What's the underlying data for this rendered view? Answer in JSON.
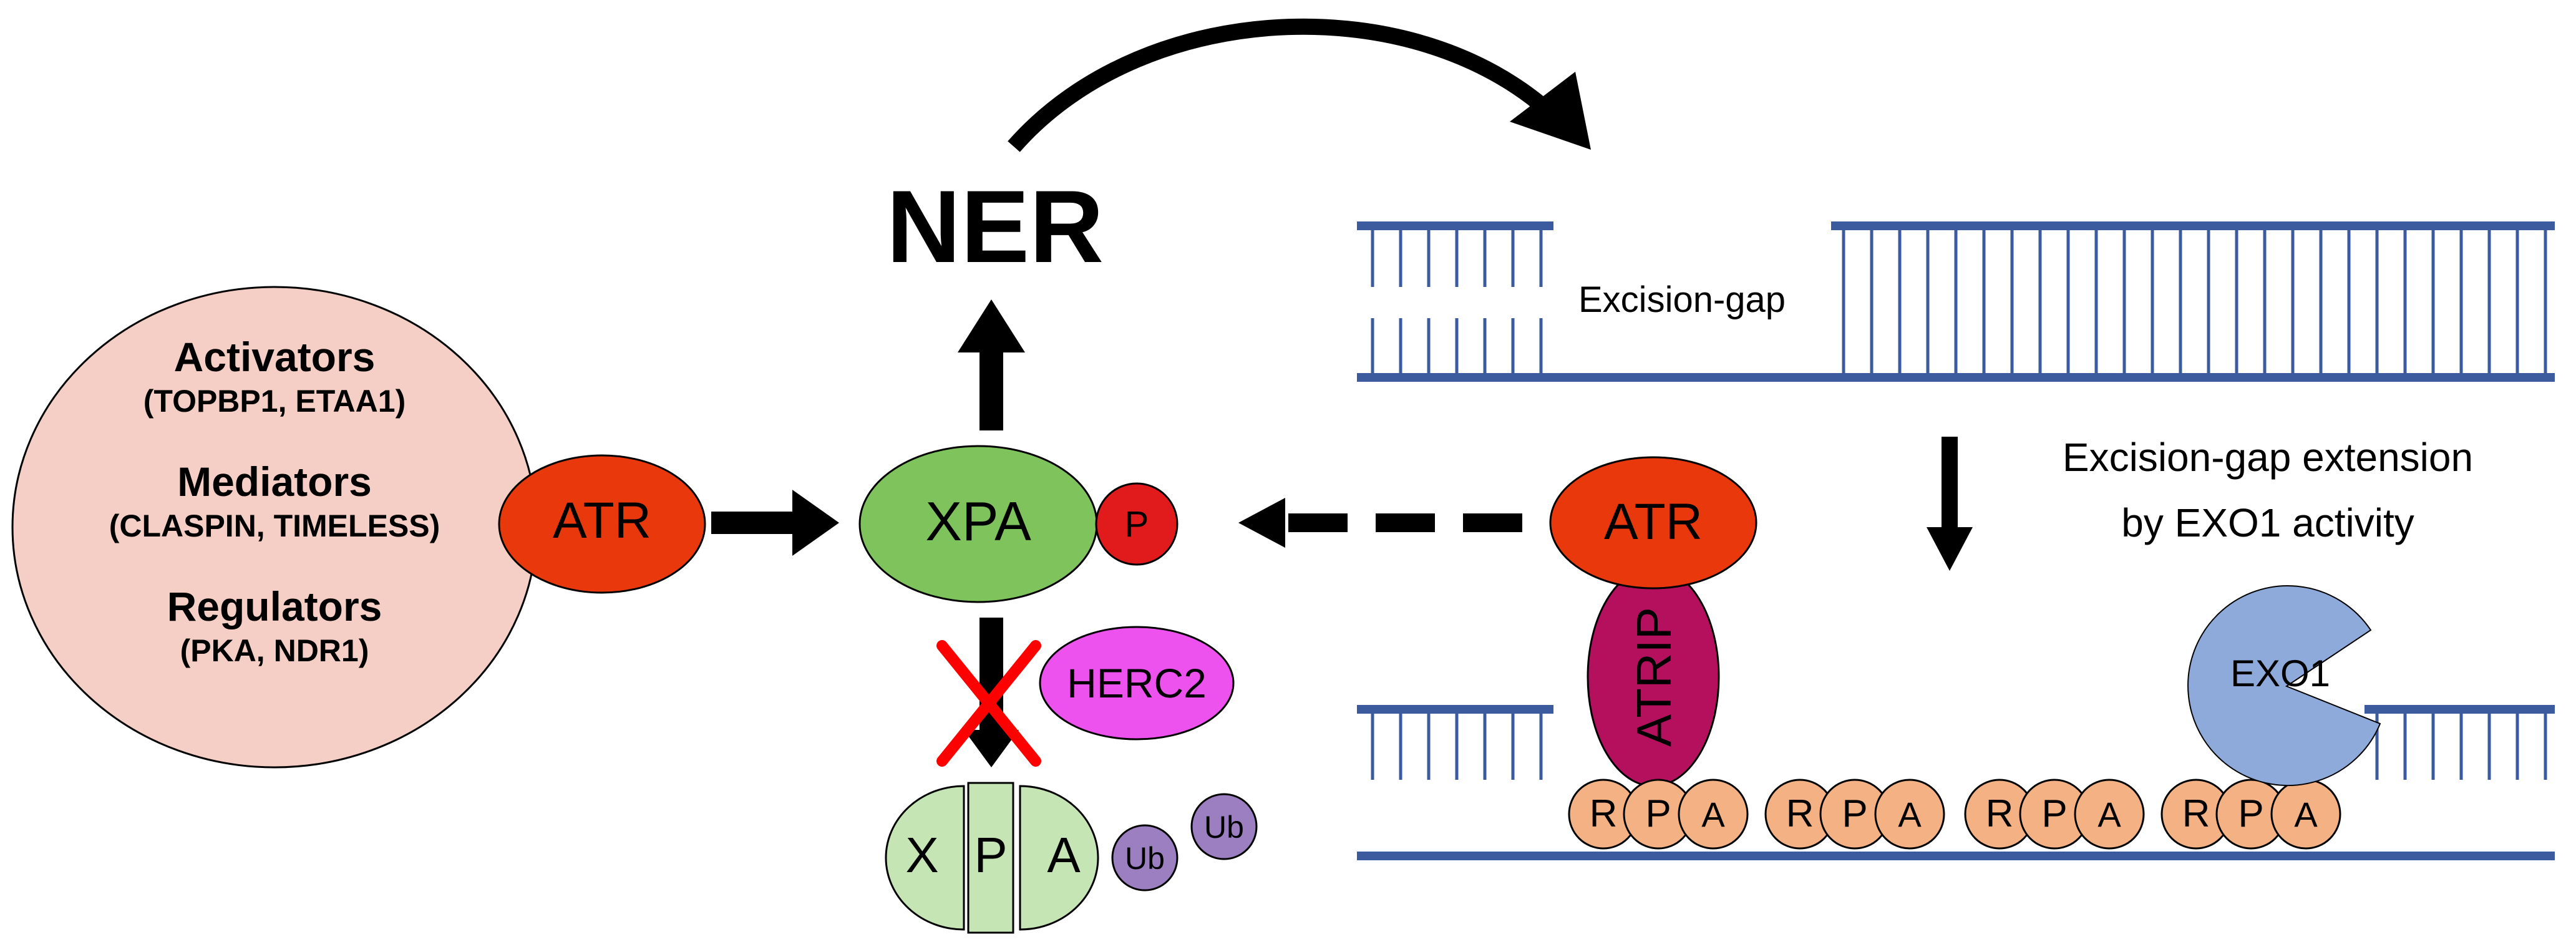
{
  "process": {
    "ner_label": "NER"
  },
  "regulators_panel": {
    "activators_title": "Activators",
    "activators_members": "(TOPBP1, ETAA1)",
    "mediators_title": "Mediators",
    "mediators_members": "(CLASPIN, TIMELESS)",
    "regulators_title": "Regulators",
    "regulators_members": "(PKA, NDR1)"
  },
  "proteins": {
    "atr_left": "ATR",
    "xpa": "XPA",
    "phospho": "P",
    "herc2": "HERC2",
    "atr_right": "ATR",
    "atrip": "ATRIP",
    "exo1": "EXO1"
  },
  "degraded_xpa": {
    "x": "X",
    "p": "P",
    "a": "A",
    "ub1": "Ub",
    "ub2": "Ub"
  },
  "dna": {
    "gap_label": "Excision-gap",
    "extension_line1": "Excision-gap extension",
    "extension_line2": "by EXO1 activity"
  },
  "rpa_units": [
    {
      "r": "R",
      "p": "P",
      "a": "A"
    },
    {
      "r": "R",
      "p": "P",
      "a": "A"
    },
    {
      "r": "R",
      "p": "P",
      "a": "A"
    },
    {
      "r": "R",
      "p": "P",
      "a": "A"
    }
  ],
  "colors": {
    "dna_blue": "#3c5a9e",
    "pink_panel": "#f5cfc6",
    "atr_red": "#e8380c",
    "xpa_green": "#7fc35c",
    "phospho_red": "#e11b1b",
    "herc2_magenta": "#ee52ee",
    "atrip_maroon": "#b4105e",
    "rpa_orange": "#f4b183",
    "light_green": "#c6e5b5",
    "ub_purple": "#9b7fc1",
    "exo1_blue": "#8eaadb",
    "cross_red": "#ff0000"
  }
}
